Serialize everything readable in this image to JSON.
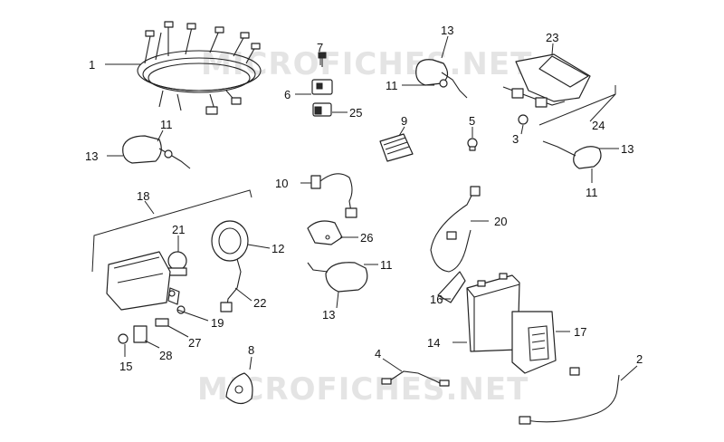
{
  "watermark": "MICROFICHES.NET",
  "callouts": [
    {
      "id": "c1",
      "text": "1"
    },
    {
      "id": "c7",
      "text": "7"
    },
    {
      "id": "c6",
      "text": "6"
    },
    {
      "id": "c25",
      "text": "25"
    },
    {
      "id": "c13a",
      "text": "13"
    },
    {
      "id": "c11a",
      "text": "11"
    },
    {
      "id": "c23",
      "text": "23"
    },
    {
      "id": "c9",
      "text": "9"
    },
    {
      "id": "c5",
      "text": "5"
    },
    {
      "id": "c24",
      "text": "24"
    },
    {
      "id": "c3",
      "text": "3"
    },
    {
      "id": "c13b",
      "text": "13"
    },
    {
      "id": "c11b",
      "text": "11"
    },
    {
      "id": "c11c",
      "text": "11"
    },
    {
      "id": "c13c",
      "text": "13"
    },
    {
      "id": "c10",
      "text": "10"
    },
    {
      "id": "c18",
      "text": "18"
    },
    {
      "id": "c21",
      "text": "21"
    },
    {
      "id": "c12",
      "text": "12"
    },
    {
      "id": "c26",
      "text": "26"
    },
    {
      "id": "c11d",
      "text": "11"
    },
    {
      "id": "c13d",
      "text": "13"
    },
    {
      "id": "c20",
      "text": "20"
    },
    {
      "id": "c22",
      "text": "22"
    },
    {
      "id": "c19",
      "text": "19"
    },
    {
      "id": "c16",
      "text": "16"
    },
    {
      "id": "c14",
      "text": "14"
    },
    {
      "id": "c17",
      "text": "17"
    },
    {
      "id": "c27",
      "text": "27"
    },
    {
      "id": "c28",
      "text": "28"
    },
    {
      "id": "c15",
      "text": "15"
    },
    {
      "id": "c8",
      "text": "8"
    },
    {
      "id": "c4",
      "text": "4"
    },
    {
      "id": "c2",
      "text": "2"
    }
  ]
}
